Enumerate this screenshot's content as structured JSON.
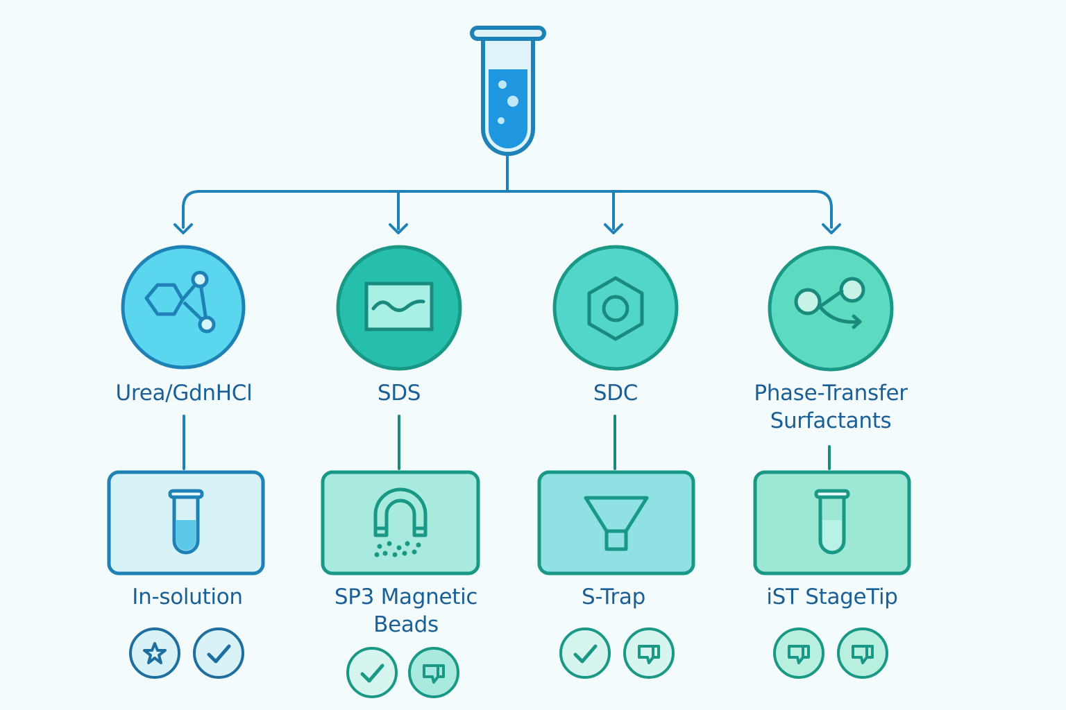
{
  "diagram": {
    "colors": {
      "line": "#1e82b6",
      "text": "#1a5f96",
      "tube_outline": "#1e82b6",
      "tube_fill": "#dff3fb",
      "tube_liquid": "#1e96e0"
    },
    "root": {
      "icon": "test-tube-icon"
    },
    "surfactants": [
      {
        "label": "Urea/GdnHCl",
        "icon": "hexagon-molecule-icon",
        "fill": "#5ad6ee",
        "stroke": "#1e82b6",
        "glyph": "#1e82b6"
      },
      {
        "label": "SDS",
        "icon": "wave-screen-icon",
        "fill": "#26bfac",
        "stroke": "#1a9886",
        "glyph": "#1a8a7e"
      },
      {
        "label": "SDC",
        "icon": "hex-nut-icon",
        "fill": "#52d6c9",
        "stroke": "#1a9886",
        "glyph": "#1a8a7e"
      },
      {
        "label": "Phase-Transfer Surfactants",
        "label_lines": [
          "Phase-Transfer",
          "Surfactants"
        ],
        "icon": "molecule-arrow-icon",
        "fill": "#5cdbc0",
        "stroke": "#1a9886",
        "glyph": "#1a8a7e"
      }
    ],
    "methods": [
      {
        "label": "In-solution",
        "label_lines": [
          "In-solution"
        ],
        "icon": "test-tube-icon",
        "fill": "#d8f3f8",
        "stroke": "#1e82b6",
        "badges": [
          {
            "icon": "star-icon",
            "fill": "#d8f2f7",
            "stroke": "#1e6fa0"
          },
          {
            "icon": "check-icon",
            "fill": "#d8f2f7",
            "stroke": "#1e6fa0"
          }
        ]
      },
      {
        "label": "SP3 Magnetic Beads",
        "label_lines": [
          "SP3 Magnetic",
          "Beads"
        ],
        "icon": "magnet-icon",
        "fill": "#a9eadf",
        "stroke": "#1a9886",
        "badges": [
          {
            "icon": "check-icon",
            "fill": "#d6f5ee",
            "stroke": "#1a9886"
          },
          {
            "icon": "thumbs-down-icon",
            "fill": "#a9eadf",
            "stroke": "#1a9886"
          }
        ]
      },
      {
        "label": "S-Trap",
        "label_lines": [
          "S-Trap"
        ],
        "icon": "funnel-icon",
        "fill": "#8fe1e4",
        "stroke": "#1a9886",
        "badges": [
          {
            "icon": "check-icon",
            "fill": "#d6f5ee",
            "stroke": "#1a9886"
          },
          {
            "icon": "thumbs-down-icon",
            "fill": "#d6f5ee",
            "stroke": "#1a9886"
          }
        ]
      },
      {
        "label": "iST StageTip",
        "label_lines": [
          "iST StageTip"
        ],
        "icon": "test-tube-icon",
        "fill": "#9de8d4",
        "stroke": "#1a9886",
        "badges": [
          {
            "icon": "thumbs-down-icon",
            "fill": "#b9efdf",
            "stroke": "#1a9886"
          },
          {
            "icon": "thumbs-down-icon",
            "fill": "#b9efdf",
            "stroke": "#1a9886"
          }
        ]
      }
    ]
  }
}
